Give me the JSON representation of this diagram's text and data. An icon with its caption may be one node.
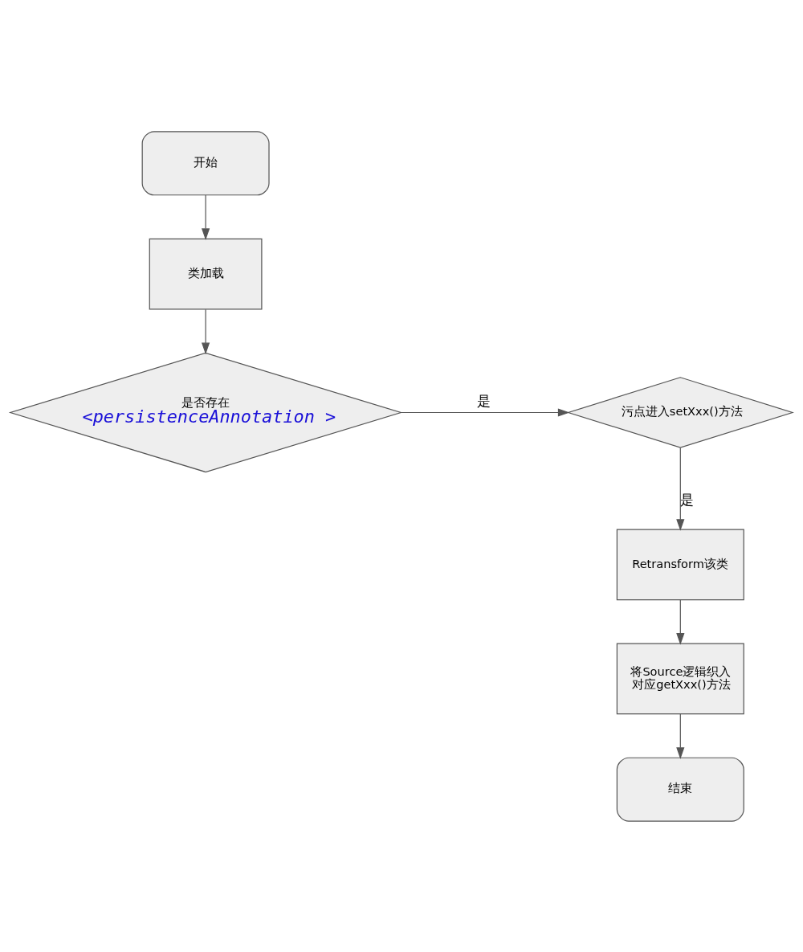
{
  "diagram": {
    "nodes": [
      {
        "text": [
          "开始"
        ]
      },
      {
        "text": [
          "类加载"
        ]
      },
      {
        "text": [
          "是否存在",
          "<persistenceAnnotation >"
        ]
      },
      {
        "text": [
          "污点进入setXxx()方法"
        ]
      },
      {
        "text": [
          "Retransform该类"
        ]
      },
      {
        "text": [
          "将Source逻辑织入对应getXxx()方法"
        ]
      },
      {
        "text": [
          "结束"
        ]
      }
    ],
    "edges": [
      {
        "from": 0,
        "to": 1,
        "arrow": "to"
      },
      {
        "from": 1,
        "to": 2,
        "arrow": "to"
      },
      {
        "from": 2,
        "to": 3,
        "arrow": "to",
        "label": "是"
      },
      {
        "from": 3,
        "to": 4,
        "arrow": "to",
        "label": "是"
      },
      {
        "from": 4,
        "to": 5,
        "arrow": "to"
      },
      {
        "from": 5,
        "to": 6,
        "arrow": "to"
      }
    ]
  }
}
